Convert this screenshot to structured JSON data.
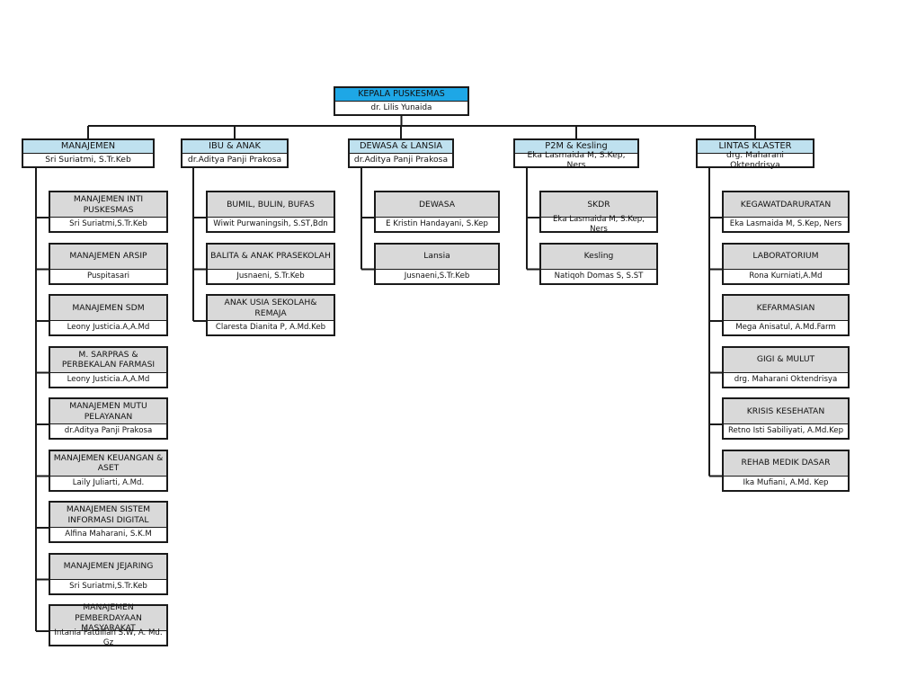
{
  "colors": {
    "root_header": "#1ea7e6",
    "cluster_header": "#bfe1ef",
    "unit_header": "#d9d9d9",
    "line": "#1a1a1a"
  },
  "root": {
    "title": "KEPALA PUSKESMAS",
    "name": "dr. Lilis Yunaida"
  },
  "clusters": [
    {
      "title": "MANAJEMEN",
      "name": "Sri Suriatmi, S.Tr.Keb",
      "units": [
        {
          "title": "MANAJEMEN INTI PUSKESMAS",
          "name": "Sri Suriatmi,S.Tr.Keb"
        },
        {
          "title": "MANAJEMEN ARSIP",
          "name": "Puspitasari"
        },
        {
          "title": "MANAJEMEN SDM",
          "name": "Leony Justicia.A,A.Md"
        },
        {
          "title": "M. SARPRAS & PERBEKALAN FARMASI",
          "name": "Leony Justicia.A,A.Md"
        },
        {
          "title": "MANAJEMEN MUTU PELAYANAN",
          "name": "dr.Aditya Panji Prakosa"
        },
        {
          "title": "MANAJEMEN KEUANGAN & ASET",
          "name": "Laily Juliarti, A.Md."
        },
        {
          "title": "MANAJEMEN SISTEM INFORMASI DIGITAL",
          "name": "Alfina Maharani, S.K.M"
        },
        {
          "title": "MANAJEMEN JEJARING",
          "name": "Sri Suriatmi,S.Tr.Keb"
        },
        {
          "title": "MANAJEMEN PEMBERDAYAAN MASYARAKAT",
          "name": "Intania Fatdillah S.W, A. Md. Gz"
        }
      ]
    },
    {
      "title": "IBU & ANAK",
      "name": "dr.Aditya Panji Prakosa",
      "units": [
        {
          "title": "BUMIL, BULIN, BUFAS",
          "name": "Wiwit Purwaningsih, S.ST,Bdn"
        },
        {
          "title": "BALITA & ANAK PRASEKOLAH",
          "name": "Jusnaeni, S.Tr.Keb"
        },
        {
          "title": "ANAK USIA SEKOLAH& REMAJA",
          "name": "Claresta Dianita P, A.Md.Keb"
        }
      ]
    },
    {
      "title": "DEWASA & LANSIA",
      "name": "dr.Aditya Panji Prakosa",
      "units": [
        {
          "title": "DEWASA",
          "name": "E Kristin Handayani, S.Kep"
        },
        {
          "title": "Lansia",
          "name": "Jusnaeni,S.Tr.Keb"
        }
      ]
    },
    {
      "title": "P2M & Kesling",
      "name": "Eka Lasmaida M, S.Kep, Ners",
      "units": [
        {
          "title": "SKDR",
          "name": "Eka Lasmaida M, S.Kep, Ners"
        },
        {
          "title": "Kesling",
          "name": "Natiqoh Domas S, S.ST"
        }
      ]
    },
    {
      "title": "LINTAS KLASTER",
      "name": "drg. Maharani Oktendrisya",
      "units": [
        {
          "title": "KEGAWATDARURATAN",
          "name": "Eka Lasmaida M, S.Kep, Ners"
        },
        {
          "title": "LABORATORIUM",
          "name": "Rona Kurniati,A.Md"
        },
        {
          "title": "KEFARMASIAN",
          "name": "Mega Anisatul, A.Md.Farm"
        },
        {
          "title": "GIGI & MULUT",
          "name": "drg. Maharani Oktendrisya"
        },
        {
          "title": "KRISIS KESEHATAN",
          "name": "Retno Isti Sabiliyati, A.Md.Kep"
        },
        {
          "title": "REHAB MEDIK DASAR",
          "name": "Ika Mufiani, A.Md. Kep"
        }
      ]
    }
  ]
}
